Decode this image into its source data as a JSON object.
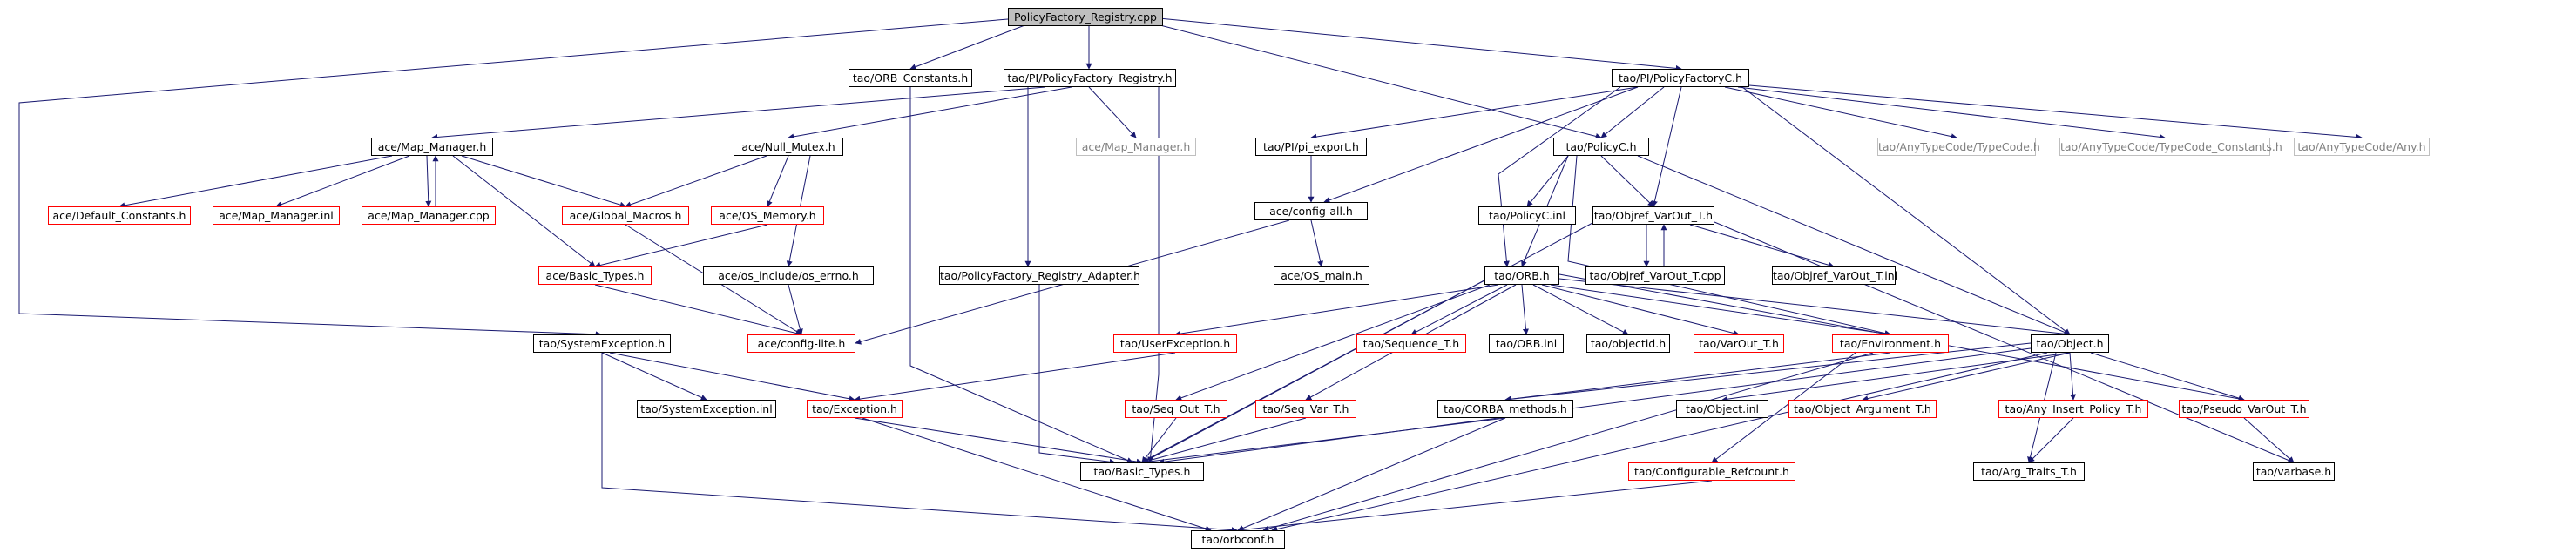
{
  "diagram": {
    "colors": {
      "edge": "#191970",
      "missing_border": "#ff0000",
      "external_border": "#bfbfbf",
      "root_fill": "#bfbfbf"
    },
    "nodes": [
      {
        "id": "root",
        "label": "PolicyFactory_Registry.cpp",
        "style": "root"
      },
      {
        "id": "orbconst",
        "label": "tao/ORB_Constants.h",
        "style": "black"
      },
      {
        "id": "pfreg",
        "label": "tao/PI/PolicyFactory_Registry.h",
        "style": "black"
      },
      {
        "id": "pfc",
        "label": "tao/PI/PolicyFactoryC.h",
        "style": "black"
      },
      {
        "id": "mapmgr",
        "label": "ace/Map_Manager.h",
        "style": "black"
      },
      {
        "id": "nullmutex",
        "label": "ace/Null_Mutex.h",
        "style": "black"
      },
      {
        "id": "mapmgr_grey",
        "label": "ace/Map_Manager.h",
        "style": "grey"
      },
      {
        "id": "piexport",
        "label": "tao/PI/pi_export.h",
        "style": "black"
      },
      {
        "id": "policyc",
        "label": "tao/PolicyC.h",
        "style": "black"
      },
      {
        "id": "typecode",
        "label": "tao/AnyTypeCode/TypeCode.h",
        "style": "grey"
      },
      {
        "id": "typecodeconst",
        "label": "tao/AnyTypeCode/TypeCode_Constants.h",
        "style": "grey"
      },
      {
        "id": "any",
        "label": "tao/AnyTypeCode/Any.h",
        "style": "grey"
      },
      {
        "id": "defconst",
        "label": "ace/Default_Constants.h",
        "style": "red"
      },
      {
        "id": "mapinl",
        "label": "ace/Map_Manager.inl",
        "style": "red"
      },
      {
        "id": "mapcpp",
        "label": "ace/Map_Manager.cpp",
        "style": "red"
      },
      {
        "id": "globalmacros",
        "label": "ace/Global_Macros.h",
        "style": "red"
      },
      {
        "id": "osmemory",
        "label": "ace/OS_Memory.h",
        "style": "red"
      },
      {
        "id": "configall",
        "label": "ace/config-all.h",
        "style": "black"
      },
      {
        "id": "policycinl",
        "label": "tao/PolicyC.inl",
        "style": "black"
      },
      {
        "id": "objref",
        "label": "tao/Objref_VarOut_T.h",
        "style": "black"
      },
      {
        "id": "acebasic",
        "label": "ace/Basic_Types.h",
        "style": "red"
      },
      {
        "id": "oserrno",
        "label": "ace/os_include/os_errno.h",
        "style": "black"
      },
      {
        "id": "pfadapter",
        "label": "tao/PolicyFactory_Registry_Adapter.h",
        "style": "black"
      },
      {
        "id": "osmain",
        "label": "ace/OS_main.h",
        "style": "black"
      },
      {
        "id": "orbh",
        "label": "tao/ORB.h",
        "style": "black"
      },
      {
        "id": "objrefcpp",
        "label": "tao/Objref_VarOut_T.cpp",
        "style": "black"
      },
      {
        "id": "objrefinl",
        "label": "tao/Objref_VarOut_T.inl",
        "style": "black"
      },
      {
        "id": "configlite",
        "label": "ace/config-lite.h",
        "style": "red"
      },
      {
        "id": "sysexc",
        "label": "tao/SystemException.h",
        "style": "black"
      },
      {
        "id": "userexc",
        "label": "tao/UserException.h",
        "style": "red"
      },
      {
        "id": "seqT",
        "label": "tao/Sequence_T.h",
        "style": "red"
      },
      {
        "id": "orbinl",
        "label": "tao/ORB.inl",
        "style": "black"
      },
      {
        "id": "objectid",
        "label": "tao/objectid.h",
        "style": "black"
      },
      {
        "id": "varout",
        "label": "tao/VarOut_T.h",
        "style": "red"
      },
      {
        "id": "env",
        "label": "tao/Environment.h",
        "style": "red"
      },
      {
        "id": "object",
        "label": "tao/Object.h",
        "style": "black"
      },
      {
        "id": "sysexcinl",
        "label": "tao/SystemException.inl",
        "style": "black"
      },
      {
        "id": "exception",
        "label": "tao/Exception.h",
        "style": "red"
      },
      {
        "id": "seqout",
        "label": "tao/Seq_Out_T.h",
        "style": "red"
      },
      {
        "id": "seqvar",
        "label": "tao/Seq_Var_T.h",
        "style": "red"
      },
      {
        "id": "corba",
        "label": "tao/CORBA_methods.h",
        "style": "black"
      },
      {
        "id": "objectinl",
        "label": "tao/Object.inl",
        "style": "black"
      },
      {
        "id": "objarg",
        "label": "tao/Object_Argument_T.h",
        "style": "red"
      },
      {
        "id": "anyinsert",
        "label": "tao/Any_Insert_Policy_T.h",
        "style": "red"
      },
      {
        "id": "pseudo",
        "label": "tao/Pseudo_VarOut_T.h",
        "style": "red"
      },
      {
        "id": "taobasic",
        "label": "tao/Basic_Types.h",
        "style": "black"
      },
      {
        "id": "configrc",
        "label": "tao/Configurable_Refcount.h",
        "style": "red"
      },
      {
        "id": "argtraits",
        "label": "tao/Arg_Traits_T.h",
        "style": "black"
      },
      {
        "id": "varbase",
        "label": "tao/varbase.h",
        "style": "black"
      },
      {
        "id": "orbconf",
        "label": "tao/orbconf.h",
        "style": "black"
      }
    ]
  }
}
